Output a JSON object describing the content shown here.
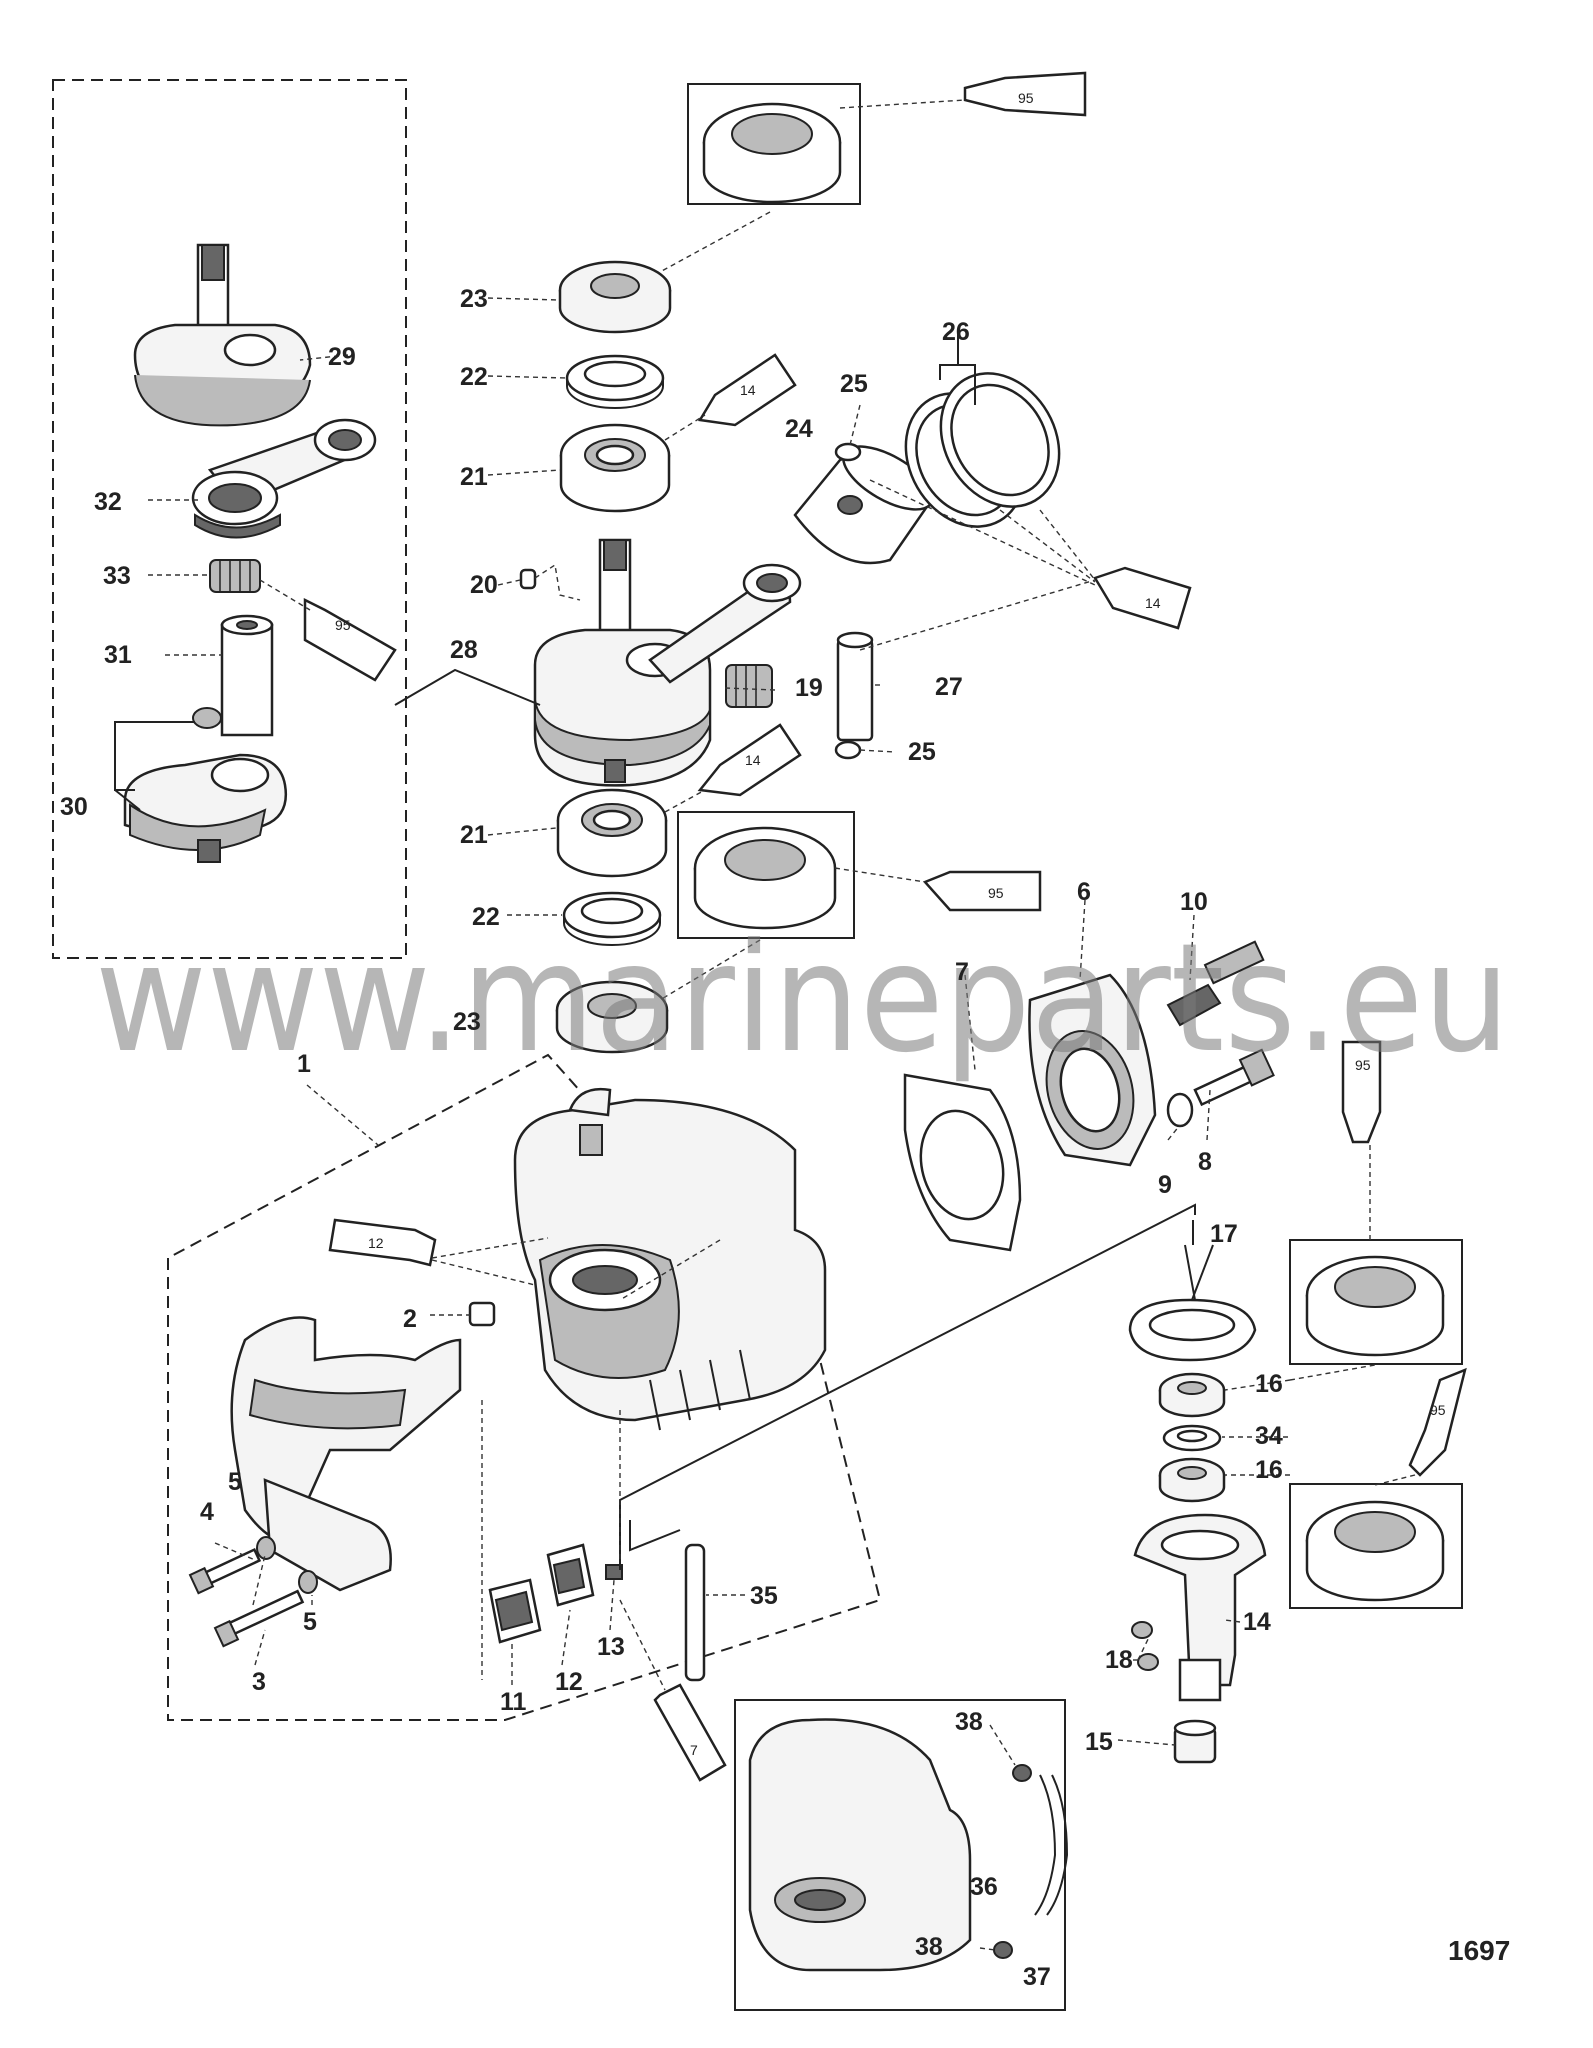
{
  "watermark": "www.marineparts.eu",
  "drawing_number": "1697",
  "callouts": {
    "c1": "1",
    "c2": "2",
    "c3": "3",
    "c4": "4",
    "c5": "5",
    "c5b": "5",
    "c6": "6",
    "c7": "7",
    "c8": "8",
    "c9": "9",
    "c10": "10",
    "c11": "11",
    "c12": "12",
    "c13": "13",
    "c14": "14",
    "c15": "15",
    "c16a": "16",
    "c16b": "16",
    "c17": "17",
    "c18": "18",
    "c19": "19",
    "c20": "20",
    "c21a": "21",
    "c21b": "21",
    "c22a": "22",
    "c22b": "22",
    "c23a": "23",
    "c23b": "23",
    "c24": "24",
    "c25a": "25",
    "c25b": "25",
    "c26": "26",
    "c27": "27",
    "c28": "28",
    "c29": "29",
    "c30": "30",
    "c31": "31",
    "c32": "32",
    "c33": "33",
    "c34": "34",
    "c35": "35",
    "c36": "36",
    "c37": "37",
    "c38a": "38",
    "c38b": "38"
  },
  "tubes": {
    "t95_top": "95",
    "t14_a": "14",
    "t95_left": "95",
    "t14_right": "14",
    "t14_b": "14",
    "t95_mid": "95",
    "t12": "12",
    "t95_r1": "95",
    "t95_r2": "95",
    "t7": "7"
  }
}
